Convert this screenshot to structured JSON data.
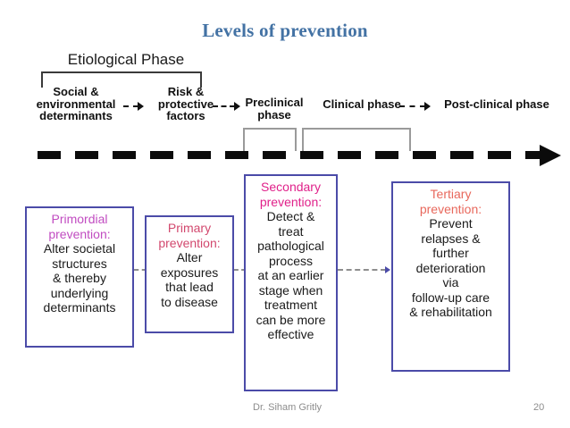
{
  "slide": {
    "title": "Levels of prevention",
    "footer": {
      "author": "Dr. Siham Gritly",
      "page_number": "20"
    }
  },
  "timeline": {
    "etiological_phase_label": "Etiological Phase",
    "stages": [
      {
        "id": "social-determinants",
        "label": "Social &\nenvironmental\ndeterminants"
      },
      {
        "id": "risk-factors",
        "label": "Risk &\nprotective\nfactors"
      },
      {
        "id": "preclinical-phase",
        "label": "Preclinical\nphase"
      },
      {
        "id": "clinical-phase",
        "label": "Clinical phase"
      },
      {
        "id": "postclinical-phase",
        "label": "Post-clinical phase"
      }
    ]
  },
  "prevention_levels": [
    {
      "id": "primordial",
      "heading": "Primordial\nprevention:",
      "heading_color": "#c14cc1",
      "body": "Alter societal\nstructures\n& thereby\nunderlying\ndeterminants",
      "border_color": "#4b4ba8"
    },
    {
      "id": "primary",
      "heading": "Primary\nprevention:",
      "heading_color": "#d2486e",
      "body": "Alter\nexposures\nthat lead\nto disease",
      "border_color": "#4b4ba8"
    },
    {
      "id": "secondary",
      "heading": "Secondary\nprevention:",
      "heading_color": "#e0218a",
      "body": "Detect &\ntreat\npathological\nprocess\nat an earlier\nstage when\ntreatment\ncan be more\neffective",
      "border_color": "#4b4ba8"
    },
    {
      "id": "tertiary",
      "heading": "Tertiary\nprevention:",
      "heading_color": "#e8685c",
      "body": "Prevent\nrelapses &\nfurther\ndeterioration\nvia\nfollow-up care\n& rehabilitation",
      "border_color": "#4b4ba8"
    }
  ],
  "colors": {
    "title": "#4372a4",
    "timeline_arrow": "#0b0b0b",
    "box_border": "#4b4ba8",
    "bracket_dark": "#3a3a3a",
    "bracket_gray": "#9a9a9a",
    "connector": "#8e8e8e",
    "footer_text": "#8d8d8d"
  }
}
